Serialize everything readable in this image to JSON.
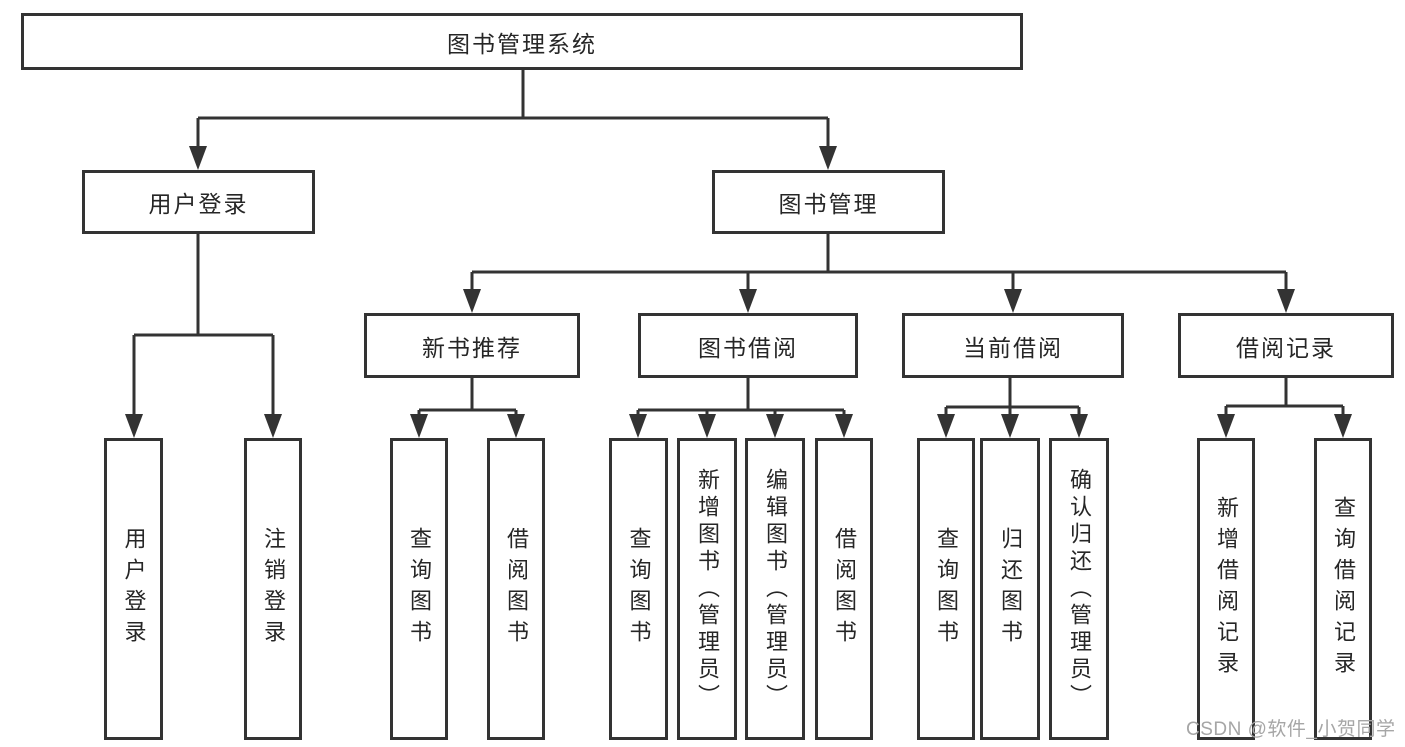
{
  "tree": {
    "root": {
      "label": "图书管理系统",
      "children": [
        {
          "label": "用户登录",
          "children": [
            {
              "label": "用户登录"
            },
            {
              "label": "注销登录"
            }
          ]
        },
        {
          "label": "图书管理",
          "children": [
            {
              "label": "新书推荐",
              "children": [
                {
                  "label": "查询图书"
                },
                {
                  "label": "借阅图书"
                }
              ]
            },
            {
              "label": "图书借阅",
              "children": [
                {
                  "label": "查询图书"
                },
                {
                  "label": "新增图书（管理员）"
                },
                {
                  "label": "编辑图书（管理员）"
                },
                {
                  "label": "借阅图书"
                }
              ]
            },
            {
              "label": "当前借阅",
              "children": [
                {
                  "label": "查询图书"
                },
                {
                  "label": "归还图书"
                },
                {
                  "label": "确认归还（管理员）"
                }
              ]
            },
            {
              "label": "借阅记录",
              "children": [
                {
                  "label": "新增借阅记录"
                },
                {
                  "label": "查询借阅记录"
                }
              ]
            }
          ]
        }
      ]
    }
  },
  "watermark": {
    "text": "CSDN @软件_小贺同学",
    "color": "#a6a6a6"
  },
  "colors": {
    "line": "#333333",
    "box_border": "#333333",
    "text": "#262626",
    "background": "#ffffff"
  }
}
